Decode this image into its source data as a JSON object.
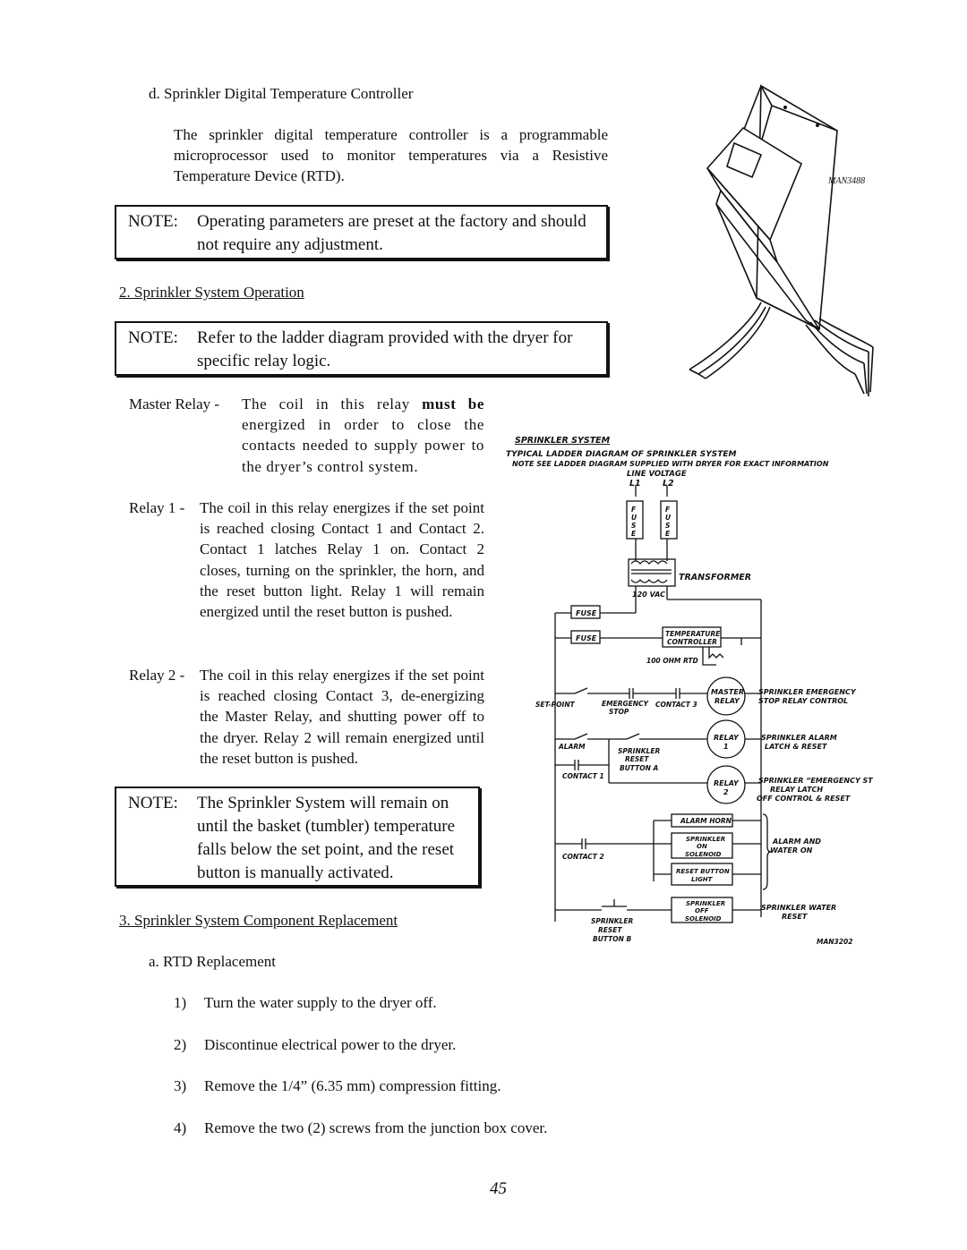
{
  "section_d": {
    "heading": "d.  Sprinkler Digital Temperature Controller",
    "paragraph": "The sprinkler digital temperature controller is a programmable microprocessor used to monitor temperatures via a Resistive Temperature Device (RTD)."
  },
  "note1": {
    "label": "NOTE:",
    "text": "Operating parameters are preset at the factory and should not require any adjustment."
  },
  "section_2": {
    "heading": "2.  Sprinkler System Operation"
  },
  "note2": {
    "label": "NOTE:",
    "text": "Refer to the ladder diagram provided with the dryer for specific relay logic."
  },
  "relays": [
    {
      "term": "Master Relay -",
      "desc_pre": "The coil in this relay ",
      "desc_bold": "must be",
      "desc_post": " energized in order to close the contacts needed to supply power to the dryer’s control system."
    },
    {
      "term": "Relay 1 -",
      "desc": "The coil in this relay energizes if the set point is reached closing Contact 1 and Contact 2. Contact 1 latches Relay 1 on. Contact 2 closes, turning on the sprinkler, the horn, and the reset button light. Relay 1 will remain energized until the reset button is pushed."
    },
    {
      "term": "Relay 2 -",
      "desc": "The coil in this relay energizes if the set point is reached closing Contact 3, de-energizing the Master Relay, and shutting power off to the dryer. Relay 2 will remain energized until the reset button is pushed."
    }
  ],
  "note3": {
    "label": "NOTE:",
    "text": "The Sprinkler System will remain on until the basket (tumbler) temperature falls below the set point, and the reset button is manually activated."
  },
  "section_3": {
    "heading": "3.  Sprinkler System Component Replacement",
    "sub": "a.  RTD Replacement"
  },
  "steps": [
    {
      "num": "1)",
      "text": "Turn the water supply to the dryer off."
    },
    {
      "num": "2)",
      "text": "Discontinue electrical power to the dryer."
    },
    {
      "num": "3)",
      "text": "Remove the 1/4” (6.35 mm) compression fitting."
    },
    {
      "num": "4)",
      "text": "Remove the two (2) screws from the junction box cover."
    }
  ],
  "page_number": "45",
  "figure_top": {
    "code": "MAN3488"
  },
  "ladder": {
    "title": "SPRINKLER SYSTEM",
    "subtitle": "TYPICAL LADDER DIAGRAM OF SPRINKLER SYSTEM",
    "note": "NOTE SEE LADDER DIAGRAM SUPPLIED WITH DRYER FOR EXACT INFORMATION",
    "line_voltage": "LINE VOLTAGE",
    "l1": "L1",
    "l2": "L2",
    "fuse_letters": "FUSE",
    "transformer": "TRANSFORMER",
    "vac": "120 VAC",
    "fuse": "FUSE",
    "temp_ctrl_1": "TEMPERATURE",
    "temp_ctrl_2": "CONTROLLER",
    "rtd": "100 OHM RTD",
    "set_point": "SET-POINT",
    "emergency_stop_1": "EMERGENCY",
    "emergency_stop_2": "STOP",
    "contact3": "CONTACT 3",
    "master_relay_1": "MASTER",
    "master_relay_2": "RELAY",
    "r_master_1": "SPRINKLER EMERGENCY",
    "r_master_2": "STOP RELAY CONTROL",
    "alarm": "ALARM",
    "sprinkler_reset_a_1": "SPRINKLER",
    "sprinkler_reset_a_2": "RESET",
    "sprinkler_reset_a_3": "BUTTON A",
    "relay1_1": "RELAY",
    "relay1_2": "1",
    "r_relay1_1": "SPRINKLER ALARM",
    "r_relay1_2": "LATCH & RESET",
    "contact1": "CONTACT 1",
    "relay2_1": "RELAY",
    "relay2_2": "2",
    "r_relay2_1": "SPRINKLER “EMERGENCY STOP”",
    "r_relay2_2": "RELAY LATCH",
    "r_relay2_3": "OFF CONTROL & RESET",
    "alarm_horn": "ALARM HORN",
    "sol_on_1": "SPRINKLER",
    "sol_on_2": "ON",
    "sol_on_3": "SOLENOID",
    "contact2": "CONTACT 2",
    "reset_light_1": "RESET BUTTON",
    "reset_light_2": "LIGHT",
    "r_alarm_1": "ALARM AND",
    "r_alarm_2": "WATER ON",
    "sol_off_1": "SPRINKLER",
    "sol_off_2": "OFF",
    "sol_off_3": "SOLENOID",
    "r_water_1": "SPRINKLER WATER",
    "r_water_2": "RESET",
    "reset_b_1": "SPRINKLER",
    "reset_b_2": "RESET",
    "reset_b_3": "BUTTON B",
    "code": "MAN3202"
  }
}
